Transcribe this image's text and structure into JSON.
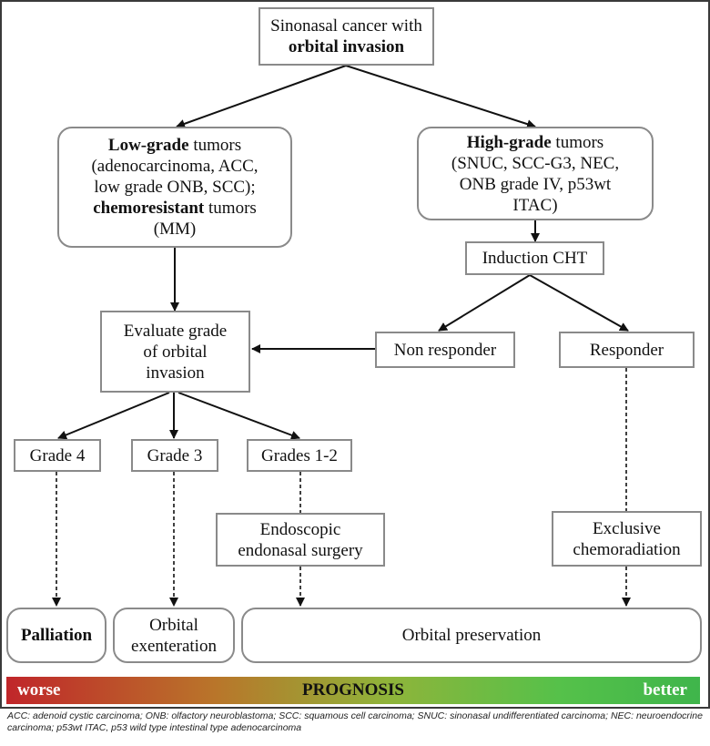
{
  "nodes": {
    "root": {
      "line1": "Sinonasal cancer with",
      "line2": "orbital invasion"
    },
    "low_grade": {
      "bold1": "Low-grade",
      "text1": " tumors",
      "line2": "(adenocarcinoma, ACC,",
      "line3": "low grade ONB, SCC);",
      "bold4": "chemoresistant",
      "text4": " tumors",
      "line5": "(MM)"
    },
    "high_grade": {
      "bold1": "High-grade",
      "text1": " tumors",
      "line2": "(SNUC, SCC-G3, NEC,",
      "line3": "ONB grade IV, p53wt",
      "line4": "ITAC)"
    },
    "induction": "Induction CHT",
    "evaluate": {
      "line1": "Evaluate grade",
      "line2": "of orbital",
      "line3": "invasion"
    },
    "non_responder": "Non responder",
    "responder": "Responder",
    "grade4": "Grade 4",
    "grade3": "Grade 3",
    "grades12": "Grades 1-2",
    "endoscopic": {
      "line1": "Endoscopic",
      "line2": "endonasal surgery"
    },
    "chemoradiation": {
      "line1": "Exclusive",
      "line2": "chemoradiation"
    },
    "palliation": "Palliation",
    "exenteration": {
      "line1": "Orbital",
      "line2": "exenteration"
    },
    "preservation": "Orbital preservation"
  },
  "prognosis": {
    "worse": "worse",
    "label": "PROGNOSIS",
    "better": "better"
  },
  "colors": {
    "worse": "#c0262a",
    "middle": "#8fb43a",
    "better": "#3fb54b"
  },
  "footnote": "ACC: adenoid cystic carcinoma; ONB: olfactory neuroblastoma; SCC: squamous cell carcinoma; SNUC: sinonasal undifferentiated carcinoma; NEC: neuroendocrine carcinoma; p53wt ITAC, p53 wild type intestinal type adenocarcinoma"
}
